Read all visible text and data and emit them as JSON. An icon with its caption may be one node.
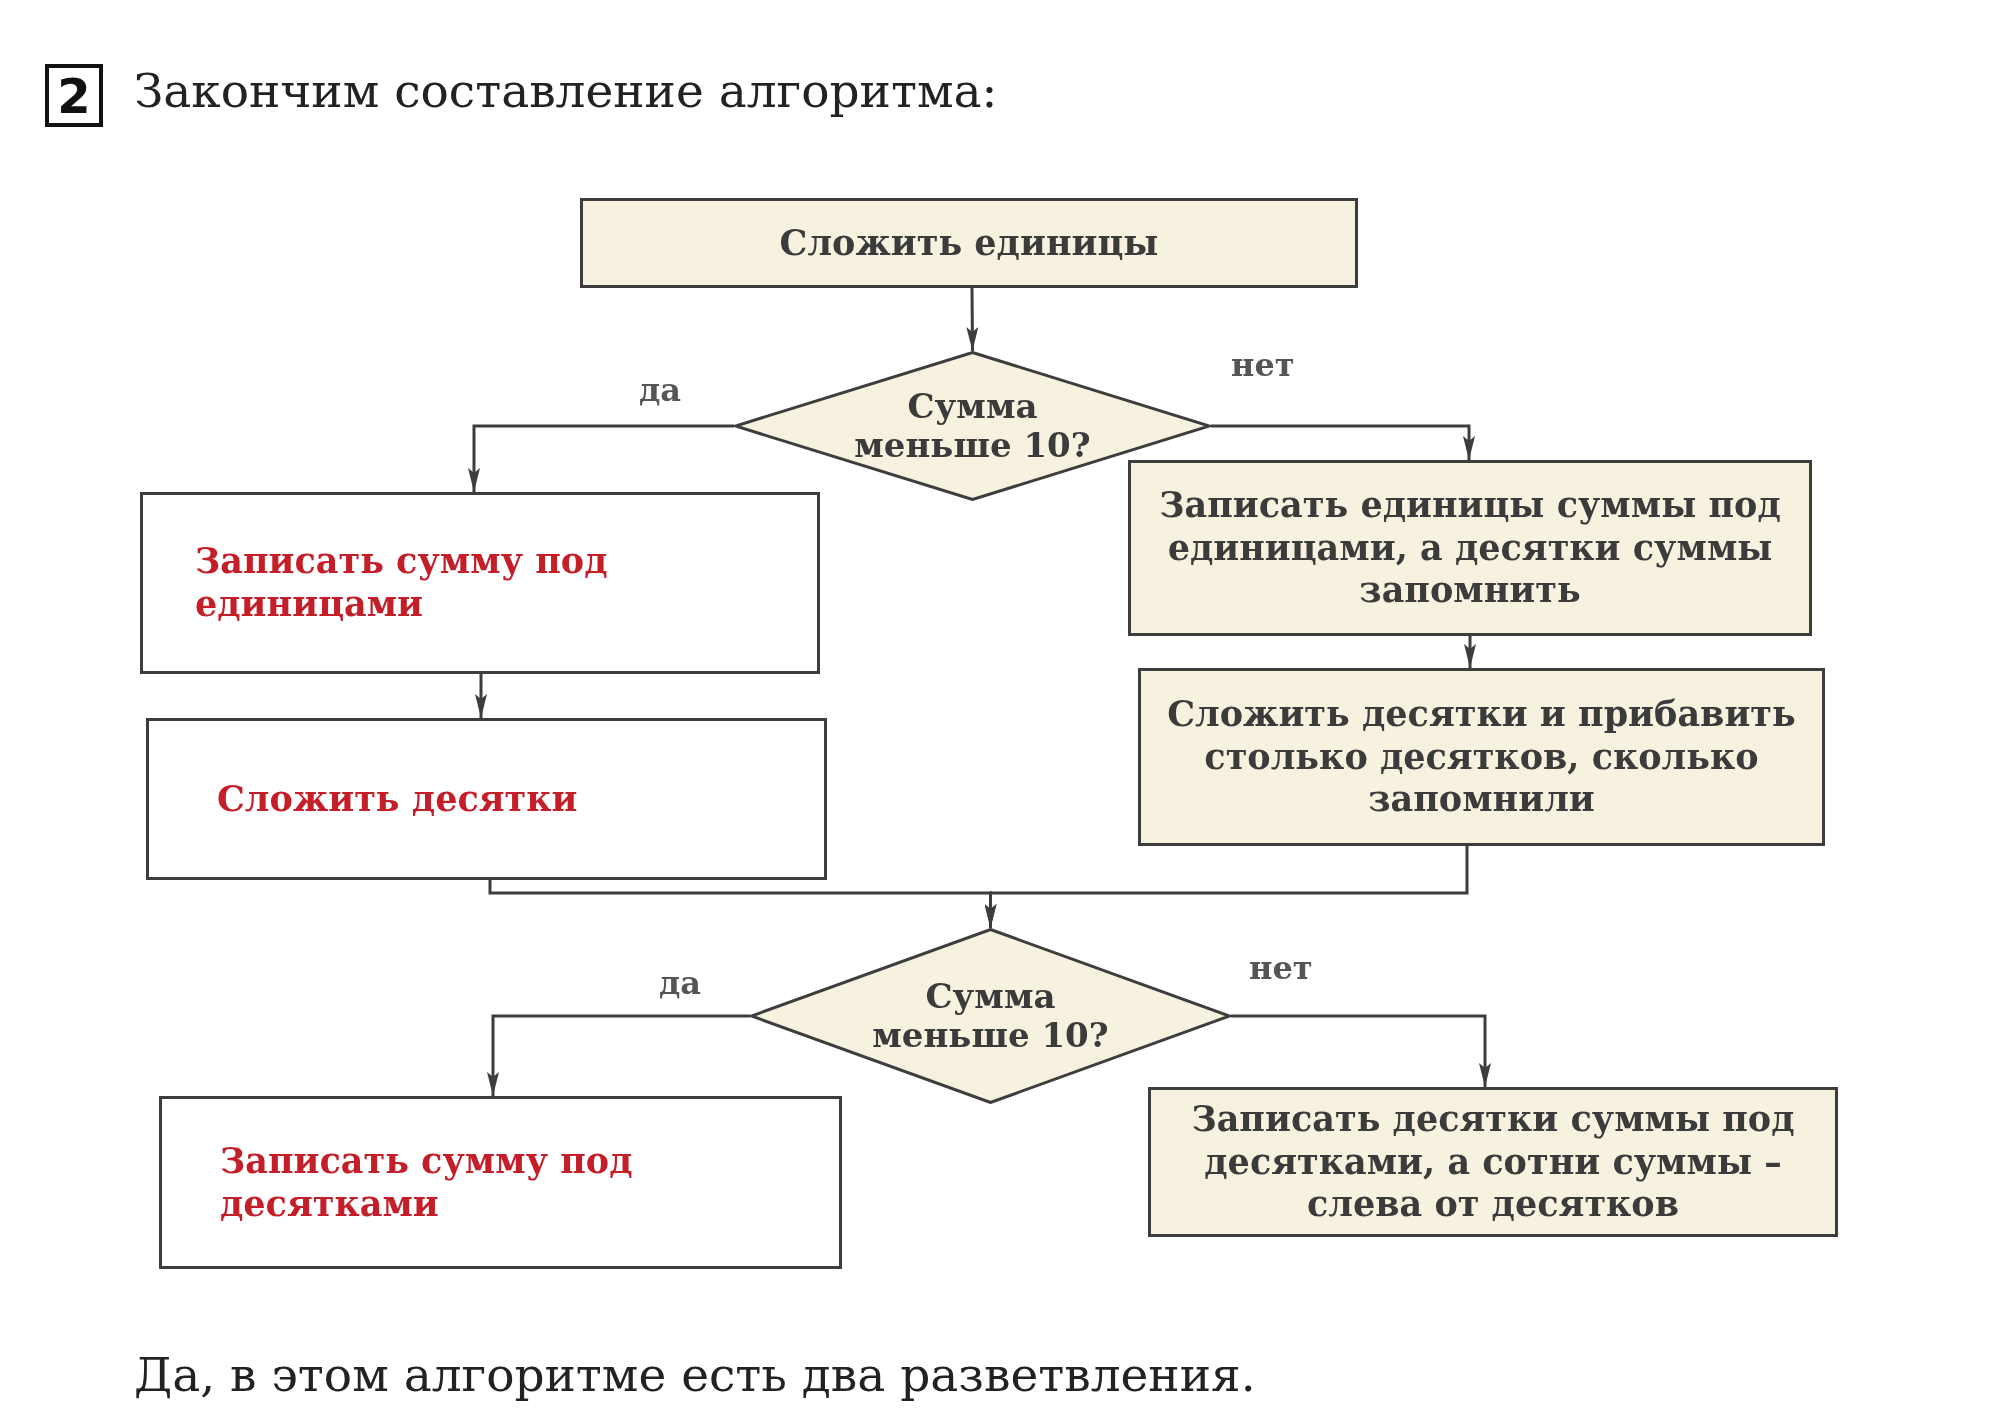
{
  "diagram": {
    "title": "Закончим составление алгоритма:",
    "caption": "Да, в этом алгоритме есть два разветвления.",
    "nodes": [
      {
        "text": [
          "2"
        ]
      },
      {
        "text": [
          "Сложить единицы"
        ]
      },
      {
        "text": [
          "Сумма меньше 10?"
        ]
      },
      {
        "text": [
          "Записать сумму под единицами"
        ]
      },
      {
        "text": [
          "Записать единицы суммы под единицами, а десятки суммы запомнить"
        ]
      },
      {
        "text": [
          "Сложить десятки"
        ]
      },
      {
        "text": [
          "Сложить десятки и прибавить столько десятков, сколько запомнили"
        ]
      },
      {
        "text": [
          "Сумма меньше 10?"
        ]
      },
      {
        "text": [
          "Записать сумму под десятками"
        ]
      },
      {
        "text": [
          "Записать десятки суммы под десятками, а сотни суммы – слева от десятков"
        ]
      }
    ],
    "edges": [
      {
        "from": 1,
        "to": 2,
        "arrow": "to"
      },
      {
        "from": 2,
        "to": 3,
        "arrow": "to",
        "label": "да"
      },
      {
        "from": 2,
        "to": 4,
        "arrow": "to",
        "label": "нет"
      },
      {
        "from": 3,
        "to": 5,
        "arrow": "to"
      },
      {
        "from": 4,
        "to": 6,
        "arrow": "to"
      },
      {
        "from": 5,
        "to": 7,
        "arrow": "to"
      },
      {
        "from": 6,
        "to": 7,
        "arrow": "to"
      },
      {
        "from": 7,
        "to": 8,
        "arrow": "to",
        "label": "да"
      },
      {
        "from": 7,
        "to": 9,
        "arrow": "to",
        "label": "нет"
      }
    ]
  }
}
